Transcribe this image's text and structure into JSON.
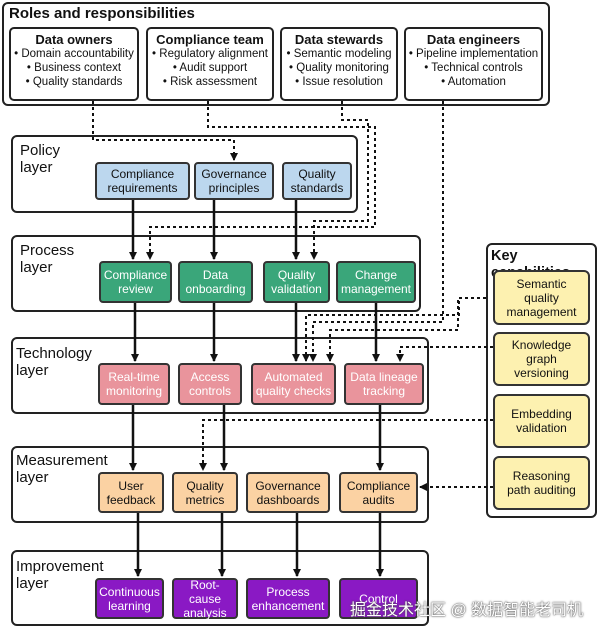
{
  "roles": {
    "title": "Roles and responsibilities",
    "items": [
      {
        "title": "Data owners",
        "lines": [
          "• Domain accountability",
          "• Business context",
          "• Quality standards"
        ]
      },
      {
        "title": "Compliance team",
        "lines": [
          "• Regulatory alignment",
          "• Audit support",
          "• Risk assessment"
        ]
      },
      {
        "title": "Data stewards",
        "lines": [
          "• Semantic modeling",
          "• Quality monitoring",
          "• Issue resolution"
        ]
      },
      {
        "title": "Data engineers",
        "lines": [
          "• Pipeline implementation",
          "• Technical controls",
          "• Automation"
        ]
      }
    ]
  },
  "layers": {
    "policy": {
      "label": "Policy\nlayer",
      "nodes": [
        "Compliance\nrequirements",
        "Governance\nprinciples",
        "Quality\nstandards"
      ]
    },
    "process": {
      "label": "Process\nlayer",
      "nodes": [
        "Compliance\nreview",
        "Data\nonboarding",
        "Quality\nvalidation",
        "Change\nmanagement"
      ]
    },
    "technology": {
      "label": "Technology\nlayer",
      "nodes": [
        "Real-time\nmonitoring",
        "Access\ncontrols",
        "Automated\nquality checks",
        "Data lineage\ntracking"
      ]
    },
    "measurement": {
      "label": "Measurement\nlayer",
      "nodes": [
        "User\nfeedback",
        "Quality\nmetrics",
        "Governance\ndashboards",
        "Compliance\naudits"
      ]
    },
    "improvement": {
      "label": "Improvement\nlayer",
      "nodes": [
        "Continuous\nlearning",
        "Root-cause\nanalysis",
        "Process\nenhancement",
        "Control\n"
      ]
    }
  },
  "capabilities": {
    "title": "Key capabilities",
    "items": [
      "Semantic\nquality\nmanagement",
      "Knowledge\ngraph\nversioning",
      "Embedding\nvalidation",
      "Reasoning\npath auditing"
    ]
  },
  "watermark": "掘金技术社区 @ 数据智能老司机"
}
